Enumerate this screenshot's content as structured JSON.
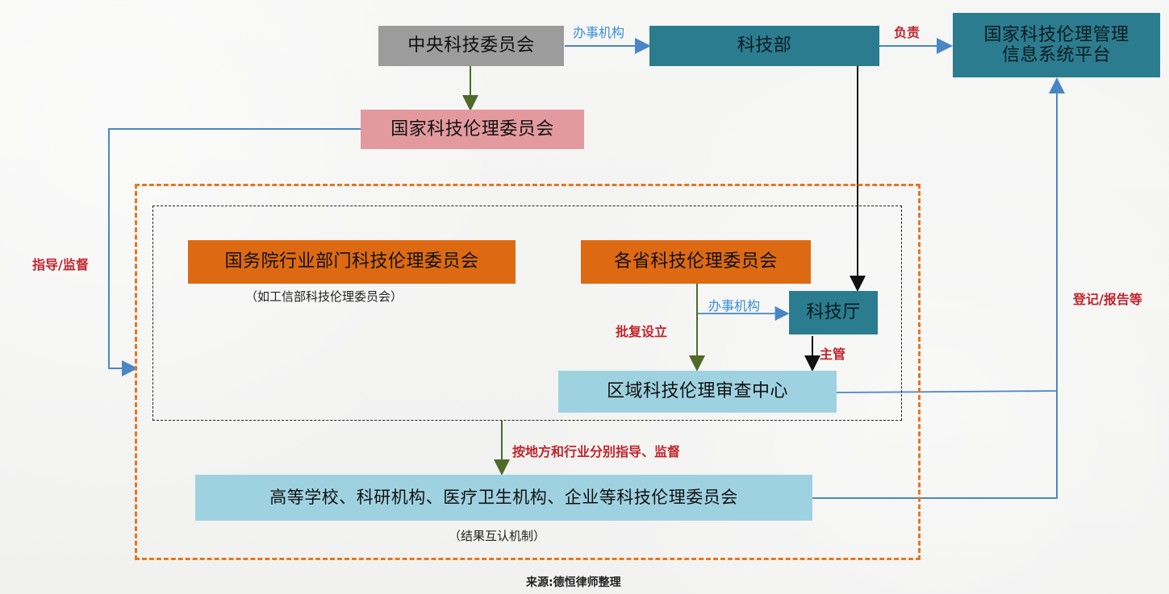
{
  "nodes": {
    "central_committee": "中央科技委员会",
    "most": "科技部",
    "platform": "国家科技伦理管理\n信息系统平台",
    "national_ethics": "国家科技伦理委员会",
    "state_council_committee": "国务院行业部门科技伦理委员会",
    "state_council_note": "（如工信部科技伦理委员会）",
    "provincial_committee": "各省科技伦理委员会",
    "provincial_dept": "科技厅",
    "regional_center": "区域科技伦理审查中心",
    "institutions": "高等学校、科研机构、医疗卫生机构、企业等科技伦理委员会",
    "institutions_note": "（结果互认机制）"
  },
  "edges": {
    "office_1": "办事机构",
    "responsible": "负责",
    "guide_supervise": "指导/监督",
    "office_2": "办事机构",
    "approve": "批复设立",
    "supervise_main": "主管",
    "by_region_industry": "按地方和行业分别指导、监督",
    "register_report": "登记/报告等"
  },
  "source": "来源:德恒律师整理",
  "colors": {
    "gray": "#9c9c9c",
    "teal": "#2b7c8e",
    "pink": "#e39a9f",
    "orange": "#dd6a12",
    "lightblue": "#9fd2e1",
    "red_text": "#c0262d",
    "blue_text": "#3a8fd6",
    "dashed_orange": "#e4761f"
  }
}
